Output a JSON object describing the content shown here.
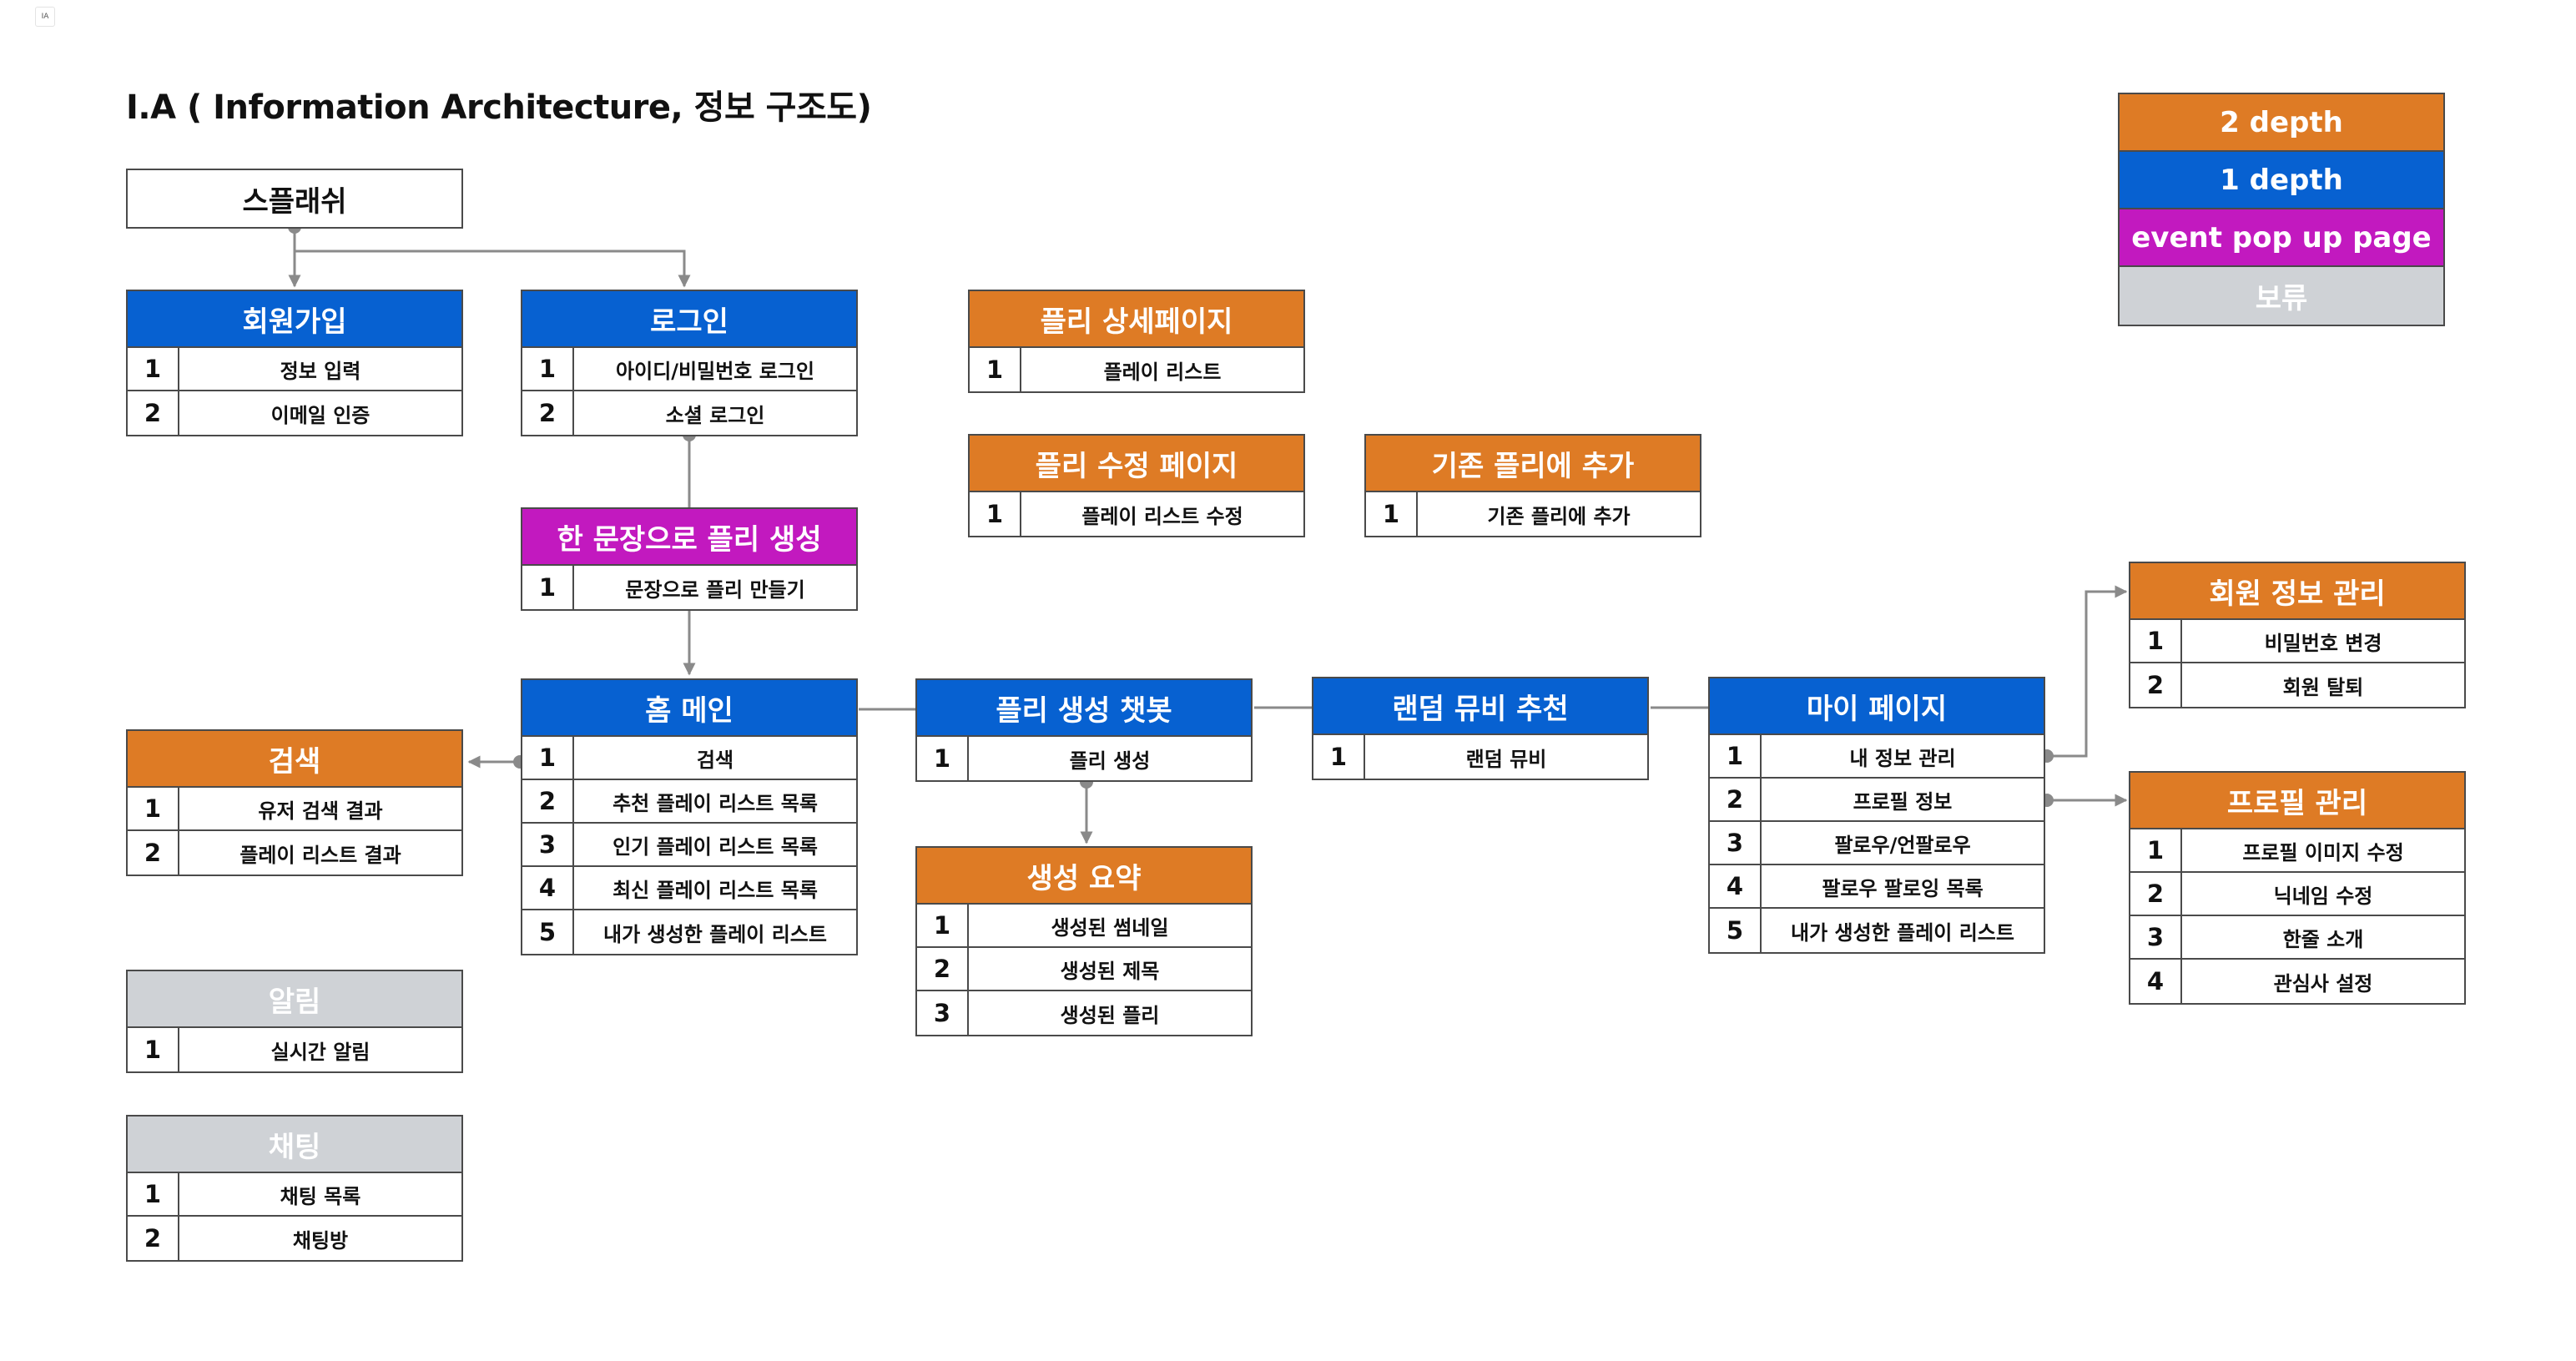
{
  "page": {
    "tag": "IA",
    "title": "I.A ( Information Architecture, 정보 구조도)"
  },
  "colors": {
    "depth2": "#de7b25",
    "depth1": "#0761d1",
    "event_popup": "#c219bf",
    "hold": "#cfd2d6"
  },
  "legend": [
    {
      "label": "2 depth",
      "color": "#de7b25"
    },
    {
      "label": "1 depth",
      "color": "#0761d1"
    },
    {
      "label": "event pop up page",
      "color": "#c219bf"
    },
    {
      "label": "보류",
      "color": "#cfd2d6"
    }
  ],
  "nodes": {
    "splash": {
      "title": "스플래쉬"
    },
    "signup": {
      "title": "회원가입",
      "items": [
        {
          "num": "1",
          "label": "정보 입력"
        },
        {
          "num": "2",
          "label": "이메일 인증"
        }
      ]
    },
    "login": {
      "title": "로그인",
      "items": [
        {
          "num": "1",
          "label": "아이디/비밀번호 로그인"
        },
        {
          "num": "2",
          "label": "소셜 로그인"
        }
      ]
    },
    "sentence_playlist": {
      "title": "한 문장으로 플리 생성",
      "items": [
        {
          "num": "1",
          "label": "문장으로 플리 만들기"
        }
      ]
    },
    "home": {
      "title": "홈 메인",
      "items": [
        {
          "num": "1",
          "label": "검색"
        },
        {
          "num": "2",
          "label": "추천 플레이 리스트 목록"
        },
        {
          "num": "3",
          "label": "인기 플레이 리스트 목록"
        },
        {
          "num": "4",
          "label": "최신 플레이 리스트 목록"
        },
        {
          "num": "5",
          "label": "내가 생성한 플레이 리스트"
        }
      ]
    },
    "search": {
      "title": "검색",
      "items": [
        {
          "num": "1",
          "label": "유저 검색 결과"
        },
        {
          "num": "2",
          "label": "플레이 리스트 결과"
        }
      ]
    },
    "notification": {
      "title": "알림",
      "items": [
        {
          "num": "1",
          "label": "실시간 알림"
        }
      ]
    },
    "chat": {
      "title": "채팅",
      "items": [
        {
          "num": "1",
          "label": "채팅 목록"
        },
        {
          "num": "2",
          "label": "채팅방"
        }
      ]
    },
    "playlist_detail": {
      "title": "플리 상세페이지",
      "items": [
        {
          "num": "1",
          "label": "플레이 리스트"
        }
      ]
    },
    "playlist_edit": {
      "title": "플리 수정 페이지",
      "items": [
        {
          "num": "1",
          "label": "플레이 리스트 수정"
        }
      ]
    },
    "add_existing": {
      "title": "기존 플리에 추가",
      "items": [
        {
          "num": "1",
          "label": "기존 플리에 추가"
        }
      ]
    },
    "chatbot": {
      "title": "플리 생성 챗봇",
      "items": [
        {
          "num": "1",
          "label": "플리 생성"
        }
      ]
    },
    "summary": {
      "title": "생성 요약",
      "items": [
        {
          "num": "1",
          "label": "생성된 썸네일"
        },
        {
          "num": "2",
          "label": "생성된 제목"
        },
        {
          "num": "3",
          "label": "생성된 플리"
        }
      ]
    },
    "random_mv": {
      "title": "랜덤 뮤비 추천",
      "items": [
        {
          "num": "1",
          "label": "랜덤 뮤비"
        }
      ]
    },
    "mypage": {
      "title": "마이 페이지",
      "items": [
        {
          "num": "1",
          "label": "내 정보 관리"
        },
        {
          "num": "2",
          "label": "프로필 정보"
        },
        {
          "num": "3",
          "label": "팔로우/언팔로우"
        },
        {
          "num": "4",
          "label": "팔로우 팔로잉 목록"
        },
        {
          "num": "5",
          "label": "내가 생성한 플레이 리스트"
        }
      ]
    },
    "member_info": {
      "title": "회원 정보 관리",
      "items": [
        {
          "num": "1",
          "label": "비밀번호 변경"
        },
        {
          "num": "2",
          "label": "회원 탈퇴"
        }
      ]
    },
    "profile": {
      "title": "프로필 관리",
      "items": [
        {
          "num": "1",
          "label": "프로필 이미지 수정"
        },
        {
          "num": "2",
          "label": "닉네임 수정"
        },
        {
          "num": "3",
          "label": "한줄 소개"
        },
        {
          "num": "4",
          "label": "관심사 설정"
        }
      ]
    }
  }
}
